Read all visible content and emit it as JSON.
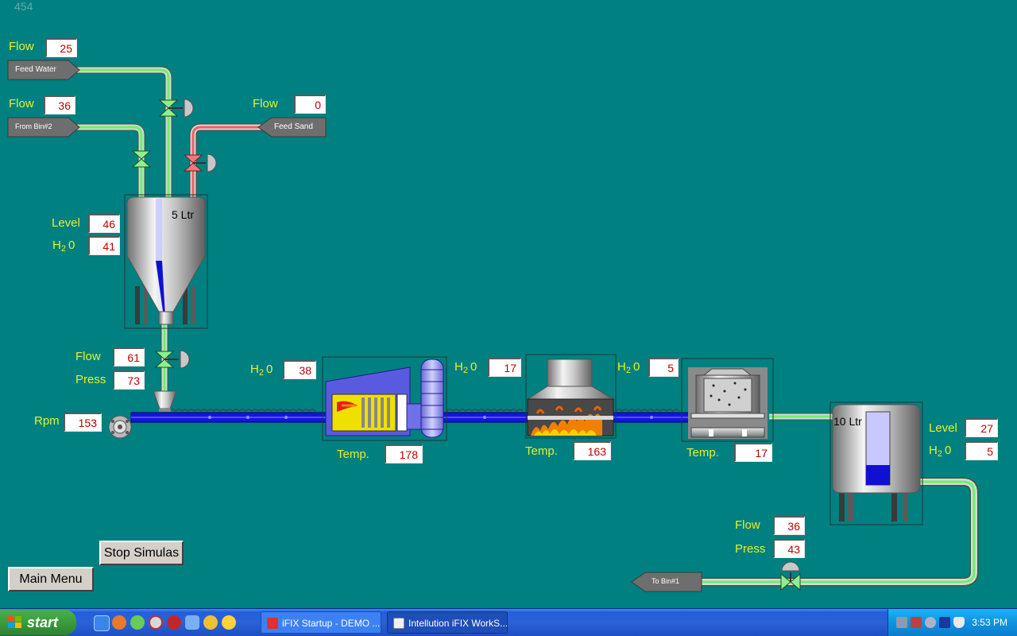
{
  "screen_id": "454",
  "feed_water": {
    "flow_label": "Flow",
    "flow_value": "25",
    "tag": "Feed Water"
  },
  "bin2": {
    "flow_label": "Flow",
    "flow_value": "36",
    "tag": "From Bin#2"
  },
  "feed_sand": {
    "flow_label": "Flow",
    "flow_value": "0",
    "tag": "Feed Sand"
  },
  "mix_tank": {
    "capacity": "5 Ltr",
    "level_label": "Level",
    "level_value": "46",
    "h2o_value": "41",
    "level_pct": 0.46
  },
  "outlet": {
    "flow_label": "Flow",
    "flow_value": "61",
    "press_label": "Press",
    "press_value": "73"
  },
  "conveyor": {
    "rpm_label": "Rpm",
    "rpm_value": "153"
  },
  "dryer": {
    "h2o_value": "38",
    "temp_label": "Temp.",
    "temp_value": "178"
  },
  "furnace": {
    "h2o_value": "17",
    "temp_label": "Temp.",
    "temp_value": "163"
  },
  "cooler": {
    "h2o_value": "5",
    "temp_label": "Temp.",
    "temp_value": "17"
  },
  "storage_tank": {
    "capacity": "10 Ltr",
    "level_label": "Level",
    "level_value": "27",
    "h2o_value": "5",
    "level_pct": 0.27
  },
  "discharge": {
    "flow_label": "Flow",
    "flow_value": "36",
    "press_label": "Press",
    "press_value": "43",
    "tag": "To Bin#1"
  },
  "h2o": {
    "h": "H",
    "sub": "2",
    "o": "0"
  },
  "buttons": {
    "stop": "Stop Simulas",
    "main_menu": "Main Menu"
  },
  "taskbar": {
    "start": "start",
    "tasks": [
      "iFIX Startup - DEMO ...",
      "Intellution iFIX WorkS..."
    ],
    "clock": "3:53 PM"
  },
  "colors": {
    "background": "#008080",
    "label": "#e8f02a",
    "value": "#c00000",
    "pipe_green": "#7cf07a",
    "pipe_red": "#f06a6a",
    "conveyor": "#1414e0"
  }
}
